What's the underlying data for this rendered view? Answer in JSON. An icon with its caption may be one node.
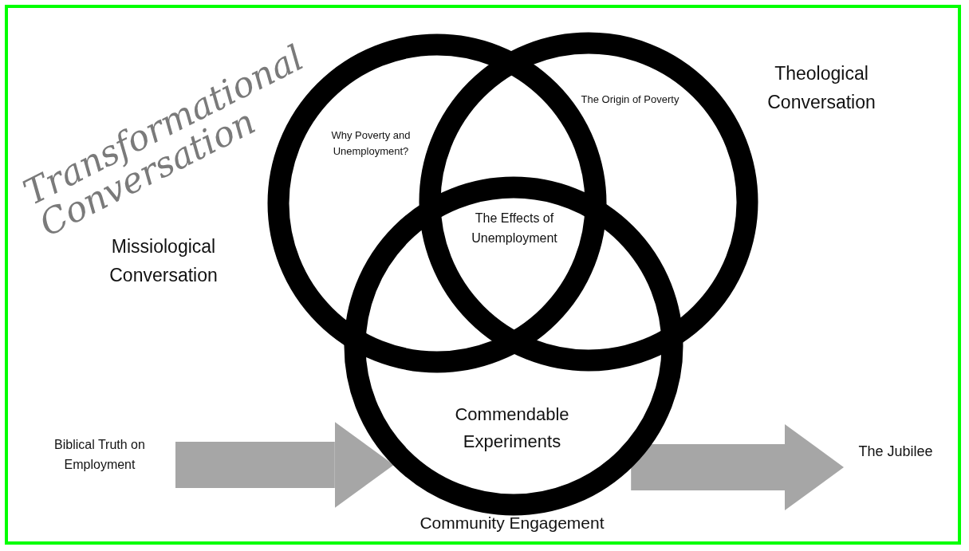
{
  "diagram": {
    "title": "Transformational Conversation",
    "nodes": [
      {
        "text": [
          "Missiological Conversation",
          "Why Poverty and Unemployment?"
        ]
      },
      {
        "text": [
          "The Origin of Poverty",
          "Theological Conversation"
        ]
      },
      {
        "text": [
          "Commendable Experiments",
          "Community Engagement"
        ]
      },
      {
        "text": [
          "Biblical Truth on Employment"
        ]
      },
      {
        "text": [
          "The Jubilee"
        ]
      }
    ],
    "edges": [
      {
        "from": 3,
        "to": 2,
        "arrow": "to"
      },
      {
        "from": 2,
        "to": 4,
        "arrow": "to"
      }
    ],
    "labels": [
      "The Effects of Unemployment"
    ]
  }
}
